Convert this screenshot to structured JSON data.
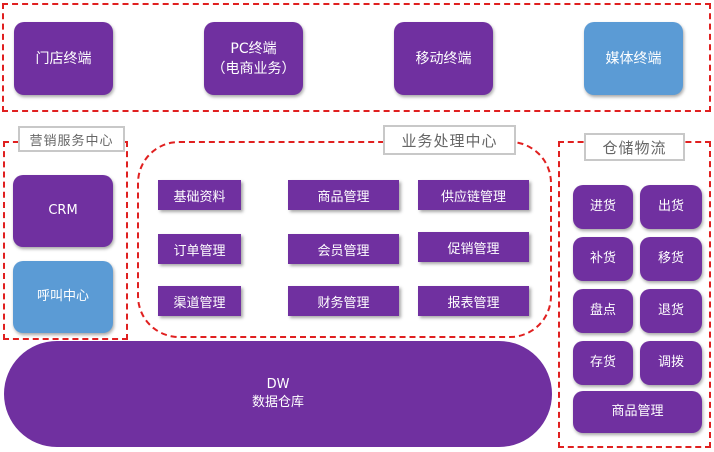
{
  "terminals": {
    "store": "门店终端",
    "pc": "PC终端\n（电商业务）",
    "mobile": "移动终端",
    "media": "媒体终端"
  },
  "marketing": {
    "title": "营销服务中心",
    "crm": "CRM",
    "call_center": "呼叫中心"
  },
  "business": {
    "title": "业务处理中心",
    "items": [
      "基础资料",
      "商品管理",
      "供应链管理",
      "订单管理",
      "会员管理",
      "促销管理",
      "渠道管理",
      "财务管理",
      "报表管理"
    ]
  },
  "warehouse": {
    "title": "仓储物流",
    "items": [
      "进货",
      "出货",
      "补货",
      "移货",
      "盘点",
      "退货",
      "存货",
      "调拨"
    ],
    "goods": "商品管理"
  },
  "dw": {
    "line1": "DW",
    "line2": "数据仓库"
  }
}
